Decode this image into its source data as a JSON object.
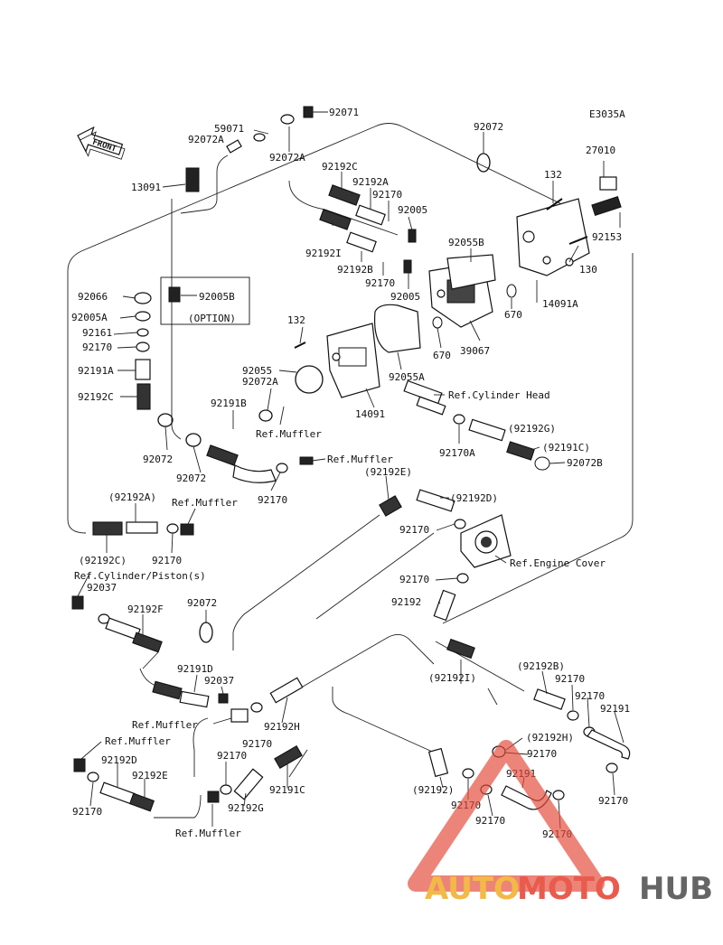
{
  "diagram_code": "E3035A",
  "front_label": "FRONT",
  "option_label": "(OPTION)",
  "watermark": {
    "auto": "AUTO",
    "moto": "MOTO",
    "hub": "HUB",
    "colors": {
      "auto": "#f2b233",
      "moto": "#e64a3a",
      "hub": "#555555",
      "triangle": "#e64a3a"
    }
  },
  "labels": [
    "92071",
    "59071",
    "92072A",
    "92072A",
    "92072",
    "27010",
    "13091",
    "92192C",
    "92192A",
    "92170",
    "132",
    "92005",
    "92055B",
    "92153",
    "92192I",
    "92192B",
    "130",
    "92066",
    "92005B",
    "92170",
    "92005",
    "14091A",
    "92005A",
    "670",
    "92161",
    "92170",
    "132",
    "670",
    "39067",
    "92191A",
    "92055",
    "92072A",
    "92055A",
    "92192C",
    "92191B",
    "14091",
    "Ref.Cylinder Head",
    "Ref.Muffler",
    "(92192G)",
    "92072",
    "92170A",
    "(92191C)",
    "92072",
    "Ref.Muffler",
    "92072B",
    "92170",
    "(92192E)",
    "(92192A)",
    "(92192D)",
    "Ref.Muffler",
    "92170",
    "92170",
    "(92192C)",
    "Ref.Engine Cover",
    "Ref.Cylinder/Piston(s)",
    "92037",
    "92170",
    "92072",
    "92192",
    "92192F",
    "92191D",
    "(92192I)",
    "(92192B)",
    "92037",
    "92170",
    "Ref.Muffler",
    "92192H",
    "92170",
    "92191",
    "92170",
    "Ref.Muffler",
    "(92192H)",
    "92170",
    "92192D",
    "92170",
    "92191C",
    "92192E",
    "92191",
    "(92192)",
    "92170",
    "92192G",
    "92170",
    "92170",
    "92170",
    "Ref.Muffler"
  ]
}
